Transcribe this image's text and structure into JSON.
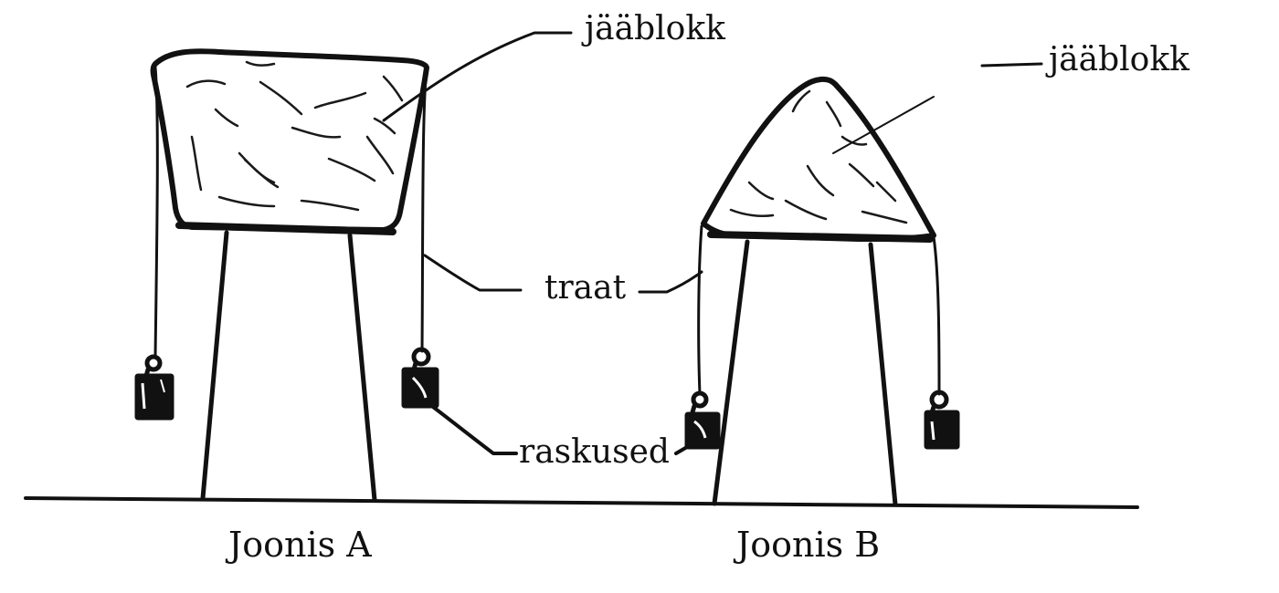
{
  "labels": {
    "ice_block_a": "jääblokk",
    "ice_block_b": "jääblokk",
    "wire": "traat",
    "weights": "raskused"
  },
  "figures": {
    "a_caption": "Joonis A",
    "b_caption": "Joonis B"
  },
  "colors": {
    "ink": "#111111",
    "background": "#ffffff"
  }
}
